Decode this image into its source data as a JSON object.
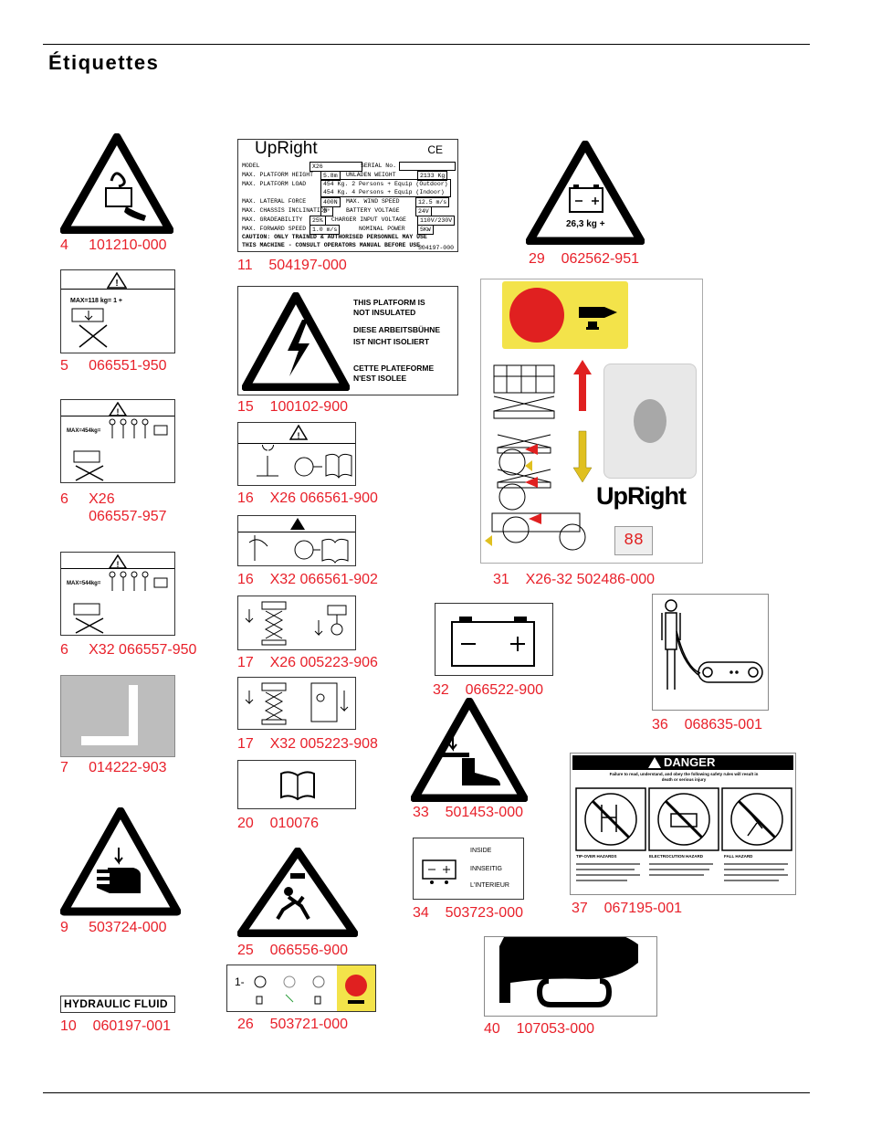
{
  "header": {
    "title": "Étiquettes"
  },
  "labels": [
    {
      "caption": "4     101210-000"
    },
    {
      "caption": "5     066551-950",
      "text": "MAX=118 kg= 1 +"
    },
    {
      "caption": "6     X26\n       066557-957",
      "text": "MAX=454kg="
    },
    {
      "caption": "6     X32 066557-950",
      "text": "MAX=544kg="
    },
    {
      "caption": "7     014222-903"
    },
    {
      "caption": "9     503724-000"
    },
    {
      "caption": "10    060197-001",
      "text": "HYDRAULIC FLUID"
    },
    {
      "caption": "11    504197-000",
      "brand": "UpRight",
      "plate": {
        "model_label": "MODEL",
        "model_value": "X26",
        "serial_label": "SERIAL No.",
        "height_label": "MAX. PLATFORM HEIGHT",
        "height_value": "5.8m",
        "weight_label": "UNLADEN WEIGHT",
        "weight_value": "2133 Kg",
        "load_label": "MAX. PLATFORM LOAD",
        "load_line1": "454 Kg. 2 Persons + Equip (Outdoor)",
        "load_line2": "454 Kg. 4 Persons + Equip (Indoor)",
        "lateral_label": "MAX. LATERAL FORCE",
        "lateral_value": "400N",
        "wind_label": "MAX. WIND SPEED",
        "wind_value": "12.5 m/s",
        "incline_label": "MAX. CHASSIS INCLINATION",
        "incline_value": "2°",
        "battery_label": "BATTERY VOLTAGE",
        "battery_value": "24V",
        "grade_label": "MAX. GRADEABILITY",
        "grade_value": "25%",
        "charger_label": "CHARGER INPUT VOLTAGE",
        "charger_value": "110V/230V",
        "speed_label": "MAX. FORWARD SPEED",
        "speed_value": "1.0 m/s",
        "power_label": "NOMINAL POWER",
        "power_value": "5KW",
        "caution": "CAUTION: ONLY TRAINED & AUTHORISED PERSONNEL MAY USE\nTHIS MACHINE - CONSULT OPERATORS MANUAL BEFORE USE.",
        "part": "504197-000"
      }
    },
    {
      "caption": "15    100102-900",
      "lines": [
        "THIS PLATFORM IS",
        " NOT INSULATED",
        "DIESE ARBEITSBÜHNE",
        "IST NICHT ISOLIERT",
        "CETTE PLATEFORME",
        "N'EST ISOLEE"
      ]
    },
    {
      "caption": "16    X26 066561-900"
    },
    {
      "caption": "16    X32 066561-902"
    },
    {
      "caption": "17    X26 005223-906"
    },
    {
      "caption": "17    X32 005223-908"
    },
    {
      "caption": "20    010076"
    },
    {
      "caption": "25    066556-900"
    },
    {
      "caption": "26    503721-000"
    },
    {
      "caption": "29    062562-951",
      "text": "26,3 kg +"
    },
    {
      "caption": "31    X26-32 502486-000",
      "brand": "UpRight",
      "display": "88"
    },
    {
      "caption": "32    066522-900"
    },
    {
      "caption": "33    501453-000"
    },
    {
      "caption": "34    503723-000",
      "lines": [
        "INSIDE",
        "INNSEITIG",
        "L'INTERIEUR"
      ]
    },
    {
      "caption": "36    068635-001"
    },
    {
      "caption": "37    067195-001",
      "heading": "DANGER",
      "sub": "Failure to read, understand, and obey the following safety rules will result in death or serious injury",
      "cols": [
        "TIP-OVER HAZARDS",
        "ELECTROCUTION HAZARD",
        "FALL HAZARD"
      ]
    },
    {
      "caption": "40    107053-000"
    }
  ]
}
